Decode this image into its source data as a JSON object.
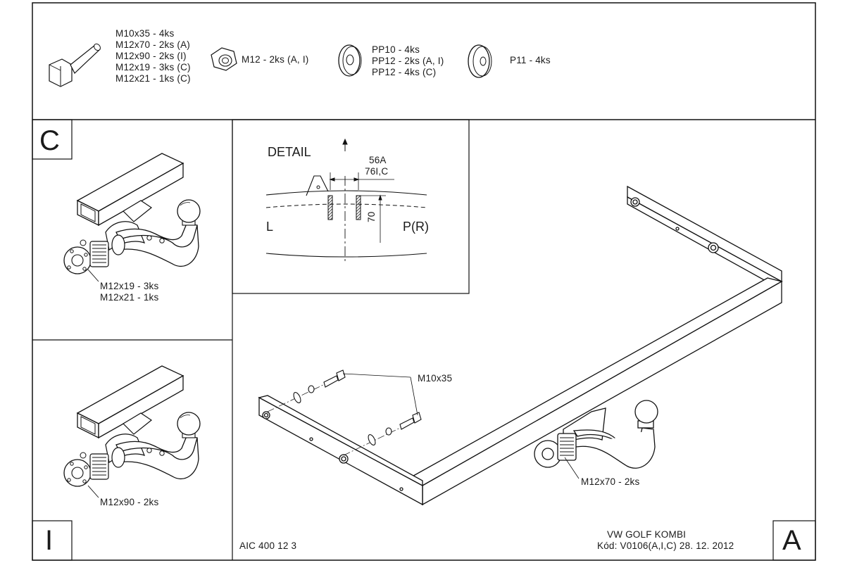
{
  "parts": [
    {
      "name": "bolt",
      "lines": [
        "M10x35 - 4ks",
        "M12x70 - 2ks (A)",
        "M12x90 - 2ks (I)",
        "M12x19 - 3ks (C)",
        "M12x21 - 1ks (C)"
      ]
    },
    {
      "name": "nut",
      "lines": [
        "M12 - 2ks (A, I)"
      ]
    },
    {
      "name": "washer-pp",
      "lines": [
        "PP10 - 4ks",
        "PP12 - 2ks (A, I)",
        "PP12 - 4ks (C)"
      ]
    },
    {
      "name": "washer-p",
      "lines": [
        "P11 - 4ks"
      ]
    }
  ],
  "variants": {
    "c": {
      "letter": "C",
      "callout": [
        "M12x19 - 3ks",
        "M12x21 - 1ks"
      ]
    },
    "i": {
      "letter": "I",
      "callout": [
        "M12x90 - 2ks"
      ]
    },
    "a": {
      "letter": "A",
      "callout": [
        "M12x70 - 2ks"
      ],
      "bolt_callout": "M10x35"
    }
  },
  "detail": {
    "title": "DETAIL",
    "dim_top_1": "56A",
    "dim_top_2": "76I,C",
    "dim_side": "70",
    "left": "L",
    "right": "P(R)"
  },
  "footer": {
    "code": "AIC 400 12 3",
    "vehicle": "VW GOLF KOMBI",
    "kod": "Kód: V0106(A,I,C)  28. 12. 2012"
  }
}
